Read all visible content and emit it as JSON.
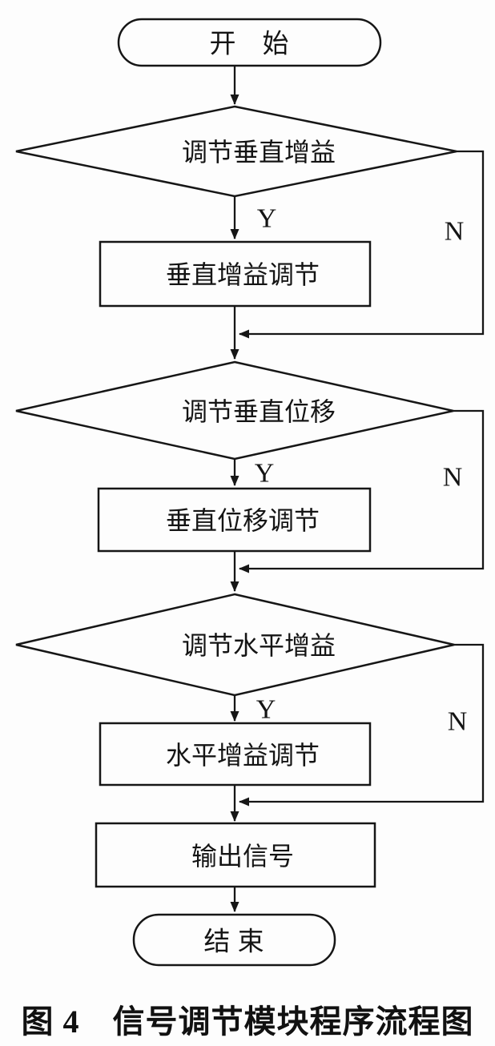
{
  "flowchart": {
    "start_label": "开　始",
    "decisions": [
      {
        "label": "调节垂直增益",
        "yes_label": "Y",
        "no_label": "N"
      },
      {
        "label": "调节垂直位移",
        "yes_label": "Y",
        "no_label": "N"
      },
      {
        "label": "调节水平增益",
        "yes_label": "Y",
        "no_label": "N"
      }
    ],
    "processes": [
      {
        "label": "垂直增益调节"
      },
      {
        "label": "垂直位移调节"
      },
      {
        "label": "水平增益调节"
      }
    ],
    "output_label": "输出信号",
    "end_label": "结 束"
  },
  "caption": "图 4　信号调节模块程序流程图",
  "colors": {
    "ink": "#161616",
    "paper": "#fdfdfd"
  }
}
